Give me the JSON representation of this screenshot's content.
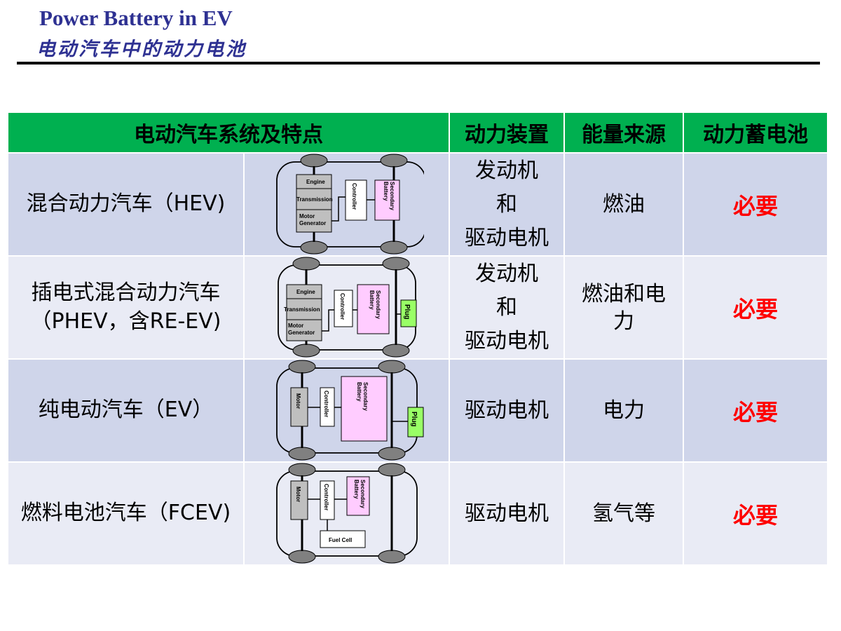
{
  "header": {
    "title_en": "Power Battery in EV",
    "title_cn": "电动汽车中的动力电池"
  },
  "table": {
    "columns": [
      "电动汽车系统及特点",
      "动力装置",
      "能量来源",
      "动力蓄电池"
    ],
    "rows": [
      {
        "name_line1": "混合动力汽车（HEV)",
        "name_line2": "",
        "power_line1": "发动机",
        "power_line2": "和",
        "power_line3": "驱动电机",
        "energy": "燃油",
        "battery": "必要",
        "diagram": {
          "engine": "Engine",
          "transmission": "Transmission",
          "motor_gen1": "Motor",
          "motor_gen2": "Generator",
          "controller": "Controller",
          "battery1": "Secondary",
          "battery2": "Battery"
        }
      },
      {
        "name_line1": "插电式混合动力汽车",
        "name_line2": "（PHEV，含RE-EV)",
        "power_line1": "发动机",
        "power_line2": "和",
        "power_line3": "驱动电机",
        "energy_line1": "燃油和电",
        "energy_line2": "力",
        "battery": "必要",
        "diagram": {
          "engine": "Engine",
          "transmission": "Transmission",
          "motor_gen1": "Motor",
          "motor_gen2": "Generator",
          "controller": "Controller",
          "battery1": "Secondary",
          "battery2": "Battery",
          "plug": "Plug"
        }
      },
      {
        "name_line1": "纯电动汽车（EV）",
        "power": "驱动电机",
        "energy": "电力",
        "battery": "必要",
        "diagram": {
          "motor": "Motor",
          "controller": "Controller",
          "battery1": "Secondary",
          "battery2": "Battery",
          "plug": "Plug"
        }
      },
      {
        "name_line1": "燃料电池汽车（FCEV)",
        "power": "驱动电机",
        "energy": "氢气等",
        "battery": "必要",
        "diagram": {
          "motor": "Motor",
          "controller": "Controller",
          "battery1": "Secondary",
          "battery2": "Battery",
          "fuel_cell": "Fuel Cell"
        }
      }
    ]
  },
  "colors": {
    "header_bg": "#00b050",
    "row_dark": "#cfd5ea",
    "row_light": "#e9ebf5",
    "title": "#2e3192",
    "required": "#ff0000",
    "battery_fill": "#ffccff",
    "plug_fill": "#99ff66"
  }
}
